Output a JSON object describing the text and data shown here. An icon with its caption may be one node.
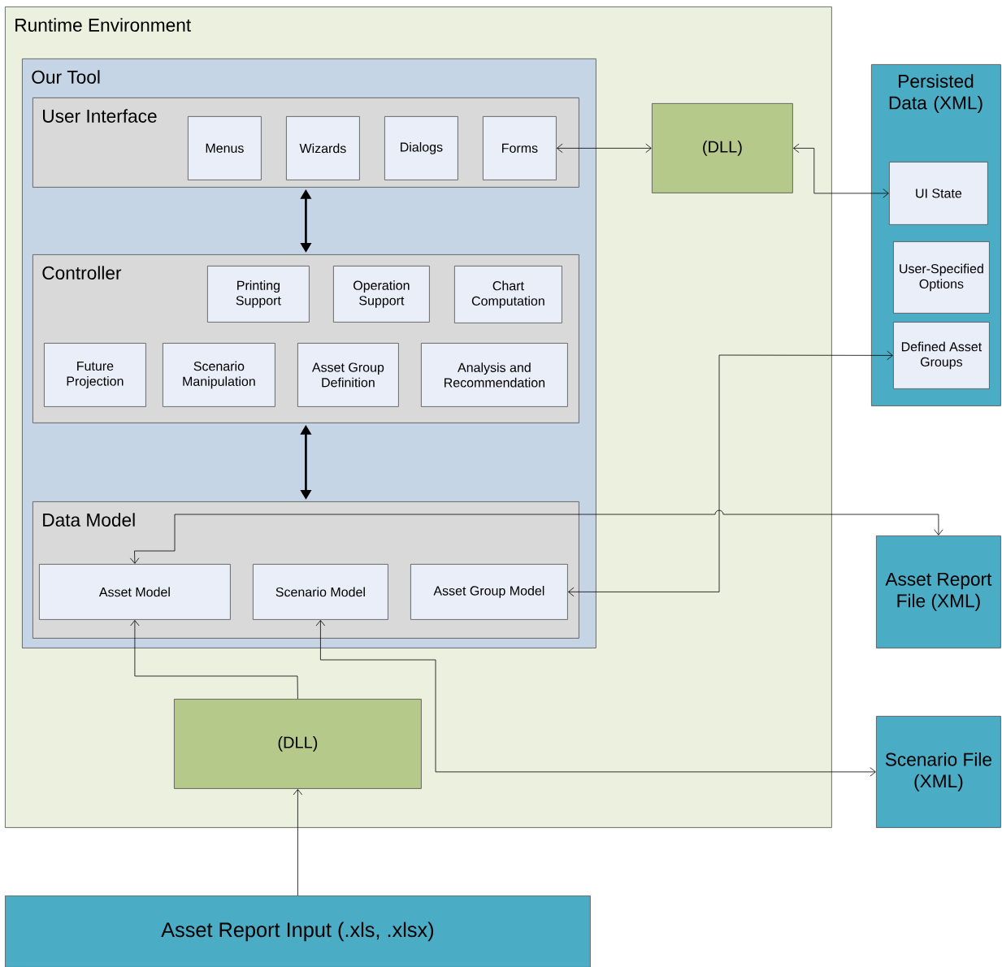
{
  "diagram": {
    "nodes": [
      {
        "text": [
          "Runtime Environment"
        ]
      },
      {
        "text": [
          "Our Tool"
        ],
        "in": 0
      },
      {
        "text": [
          "User Interface"
        ],
        "in": 1
      },
      {
        "text": [
          "Menus"
        ],
        "in": 2
      },
      {
        "text": [
          "Wizards"
        ],
        "in": 2
      },
      {
        "text": [
          "Dialogs"
        ],
        "in": 2
      },
      {
        "text": [
          "Forms"
        ],
        "in": 2
      },
      {
        "text": [
          "Controller"
        ],
        "in": 1
      },
      {
        "text": [
          "Printing Support"
        ],
        "in": 7
      },
      {
        "text": [
          "Operation Support"
        ],
        "in": 7
      },
      {
        "text": [
          "Chart Computation"
        ],
        "in": 7
      },
      {
        "text": [
          "Future Projection"
        ],
        "in": 7
      },
      {
        "text": [
          "Scenario Manipulation"
        ],
        "in": 7
      },
      {
        "text": [
          "Asset Group Definition"
        ],
        "in": 7
      },
      {
        "text": [
          "Analysis and Recommendation"
        ],
        "in": 7
      },
      {
        "text": [
          "Data Model"
        ],
        "in": 1
      },
      {
        "text": [
          "Asset Model"
        ],
        "in": 15
      },
      {
        "text": [
          "Scenario Model"
        ],
        "in": 15
      },
      {
        "text": [
          "Asset Group Model"
        ],
        "in": 15
      },
      {
        "text": [
          "(DLL)"
        ],
        "in": 0
      },
      {
        "text": [
          "(DLL)"
        ],
        "in": 0
      },
      {
        "text": [
          "Persisted Data (XML)"
        ]
      },
      {
        "text": [
          "UI State"
        ],
        "in": 21
      },
      {
        "text": [
          "User-Specified Options"
        ],
        "in": 21
      },
      {
        "text": [
          "Defined Asset Groups"
        ],
        "in": 21
      },
      {
        "text": [
          "Asset Report File (XML)"
        ]
      },
      {
        "text": [
          "Scenario File (XML)"
        ]
      },
      {
        "text": [
          "Asset Report Input (.xls, .xlsx)"
        ]
      }
    ],
    "edges": [
      {
        "from": 6,
        "to": 19,
        "arrow": "both"
      },
      {
        "from": 19,
        "to": 22,
        "arrow": "both"
      },
      {
        "from": 2,
        "to": 7,
        "arrow": "both",
        "style": "thick"
      },
      {
        "from": 7,
        "to": 15,
        "arrow": "both",
        "style": "thick"
      },
      {
        "from": 18,
        "to": 24,
        "arrow": "both"
      },
      {
        "from": 16,
        "to": 25,
        "arrow": "both"
      },
      {
        "from": 20,
        "to": 16,
        "arrow": "to"
      },
      {
        "from": 17,
        "to": 26,
        "arrow": "both"
      },
      {
        "from": 27,
        "to": 20,
        "arrow": "to"
      }
    ]
  }
}
